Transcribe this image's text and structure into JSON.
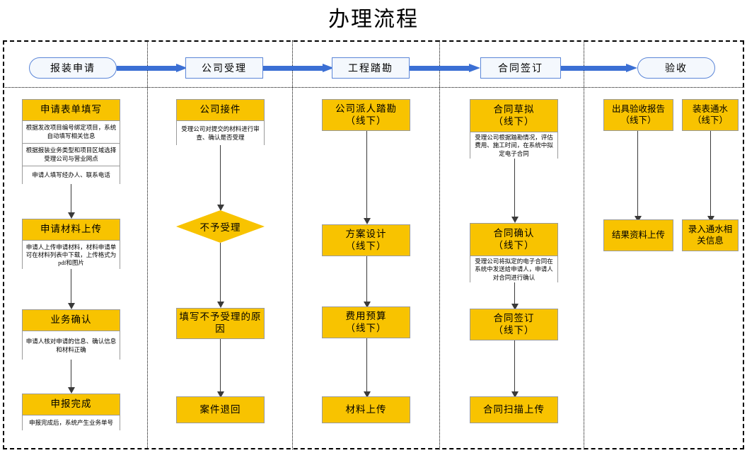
{
  "title": "办理流程",
  "header": {
    "stages": [
      {
        "label": "报装申请",
        "shape": "pill"
      },
      {
        "label": "公司受理",
        "shape": "rect"
      },
      {
        "label": "工程踏勘",
        "shape": "rect"
      },
      {
        "label": "合同签订",
        "shape": "rect"
      },
      {
        "label": "验收",
        "shape": "pill"
      }
    ],
    "arrow_color": "#3b6fd4",
    "shape_fill": "#f4f8fd",
    "shape_border": "#5b86d8"
  },
  "palette": {
    "node_fill": "#F8C300",
    "node_border": "#9a9a9a",
    "desc_fill": "#ffffff",
    "connector": "#3a3a3a",
    "lane_border": "#000000"
  },
  "lanes": [
    {
      "name": "报装申请",
      "nodes": [
        {
          "title": "申请表单填写",
          "descs": [
            "根据发改项目编号绑定项目，系统自动填写相关信息",
            "根据报装业务类型和项目区域选择受理公司与营业网点",
            "申请人填写经办人、联系电话"
          ]
        },
        {
          "title": "申请材料上传",
          "descs": [
            "申请人上传申请材料，材料申请单可在材料列表中下载，上传格式为pdf和图片"
          ]
        },
        {
          "title": "业务确认",
          "descs": [
            "申请人核对申请的信息、确认信息和材料正确"
          ]
        },
        {
          "title": "申报完成",
          "descs": [
            "申报完成后，系统产生业务单号"
          ]
        }
      ]
    },
    {
      "name": "公司受理",
      "nodes": [
        {
          "title": "公司接件",
          "descs": [
            "受理公司对提交的材料进行审查、确认是否受理"
          ]
        },
        {
          "title": "不予受理",
          "shape": "diamond",
          "descs": []
        },
        {
          "title": "填写不予受理的原因",
          "descs": []
        },
        {
          "title": "案件退回",
          "descs": []
        }
      ]
    },
    {
      "name": "工程踏勘",
      "nodes": [
        {
          "title": "公司派人踏勘\n（线下）",
          "descs": []
        },
        {
          "title": "方案设计\n（线下）",
          "descs": []
        },
        {
          "title": "费用预算\n（线下）",
          "descs": []
        },
        {
          "title": "材料上传",
          "descs": []
        }
      ]
    },
    {
      "name": "合同签订",
      "nodes": [
        {
          "title": "合同草拟\n（线下）",
          "descs": [
            "受理公司根据踏勘情况，评估费用、施工时间，在系统中拟定电子合同"
          ]
        },
        {
          "title": "合同确认\n（线下）",
          "descs": [
            "受理公司将拟定的电子合同在系统中发送给申请人，申请人对合同进行确认"
          ]
        },
        {
          "title": "合同签订\n（线下）",
          "descs": []
        },
        {
          "title": "合同扫描上传",
          "descs": []
        }
      ]
    },
    {
      "name": "验收",
      "branches": [
        {
          "nodes": [
            {
              "title": "出具验收报告\n（线下）",
              "descs": []
            },
            {
              "title": "结果资料上传",
              "descs": []
            }
          ]
        },
        {
          "nodes": [
            {
              "title": "装表通水\n（线下）",
              "descs": []
            },
            {
              "title": "录入通水相关信息",
              "descs": []
            }
          ]
        }
      ]
    }
  ]
}
